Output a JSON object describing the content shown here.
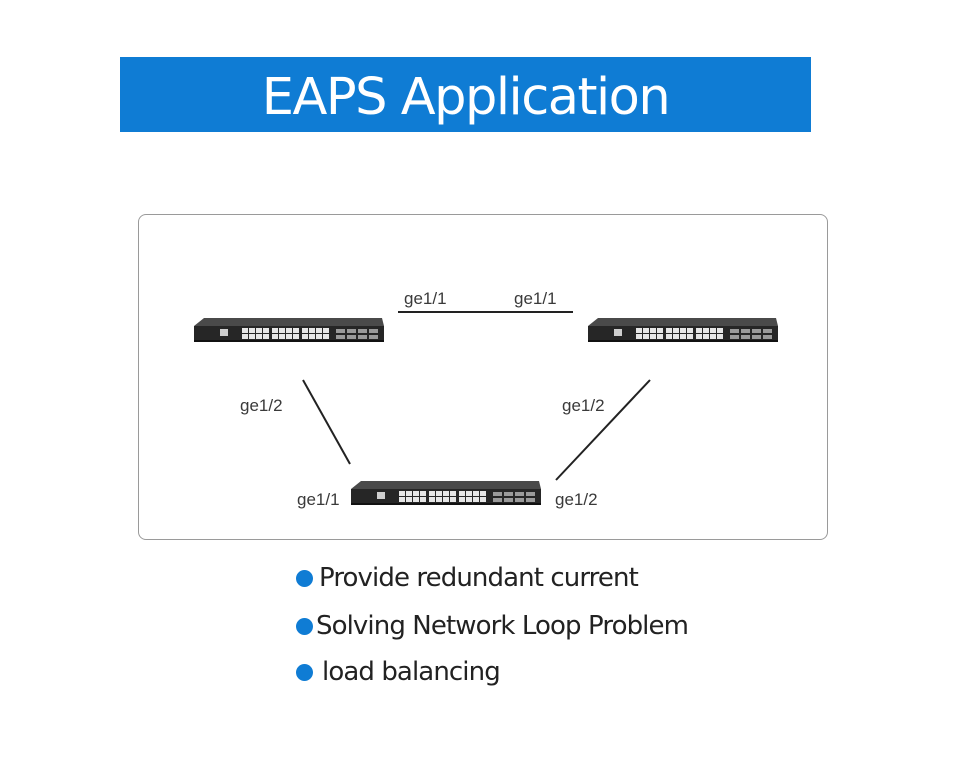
{
  "title": "EAPS Application",
  "colors": {
    "accent": "#0f7cd4",
    "switch_body": "#2b2b2b",
    "port": "#e8e8e8",
    "link_line": "#222222"
  },
  "diagram": {
    "nodes": [
      {
        "id": "switch-left",
        "icon": "network-switch-icon"
      },
      {
        "id": "switch-right",
        "icon": "network-switch-icon"
      },
      {
        "id": "switch-bottom",
        "icon": "network-switch-icon"
      }
    ],
    "links": [
      {
        "from": "switch-left",
        "to": "switch-right",
        "from_port": "ge1/1",
        "to_port": "ge1/1"
      },
      {
        "from": "switch-left",
        "to": "switch-bottom",
        "from_port": "ge1/2",
        "to_port": "ge1/1"
      },
      {
        "from": "switch-right",
        "to": "switch-bottom",
        "from_port": "ge1/2",
        "to_port": "ge1/2"
      }
    ]
  },
  "bullets": [
    "Provide redundant current",
    "Solving Network Loop Problem",
    "load balancing"
  ]
}
